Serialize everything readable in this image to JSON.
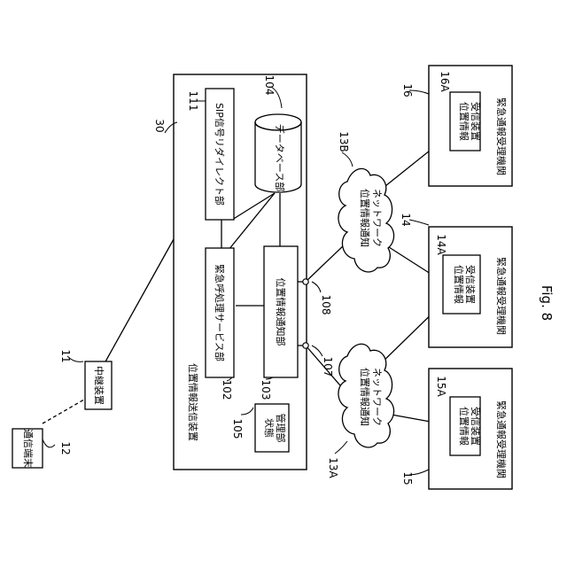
{
  "figure": {
    "label": "Fig. 8"
  },
  "terminal": {
    "ref": "12",
    "name": "通信端末"
  },
  "relay": {
    "ref": "11",
    "name": "中継装置"
  },
  "sender": {
    "ref": "30",
    "title": "位置情報送信装置",
    "sip": {
      "ref": "111",
      "name": "SIP信号リダイレクト部"
    },
    "database": {
      "ref": "104",
      "name": "データベース部"
    },
    "emergency": {
      "ref": "102",
      "name": "緊急呼処理サービス部"
    },
    "notifier": {
      "ref": "103",
      "name": "位置情報通知部"
    },
    "state": {
      "ref": "105",
      "name": "状態管理部"
    }
  },
  "ports": {
    "p107": "107",
    "p108": "108"
  },
  "networks": [
    {
      "ref": "13A",
      "name": "位置情報通知ネットワーク"
    },
    {
      "ref": "13B",
      "name": "位置情報通知ネットワーク"
    }
  ],
  "agencies": [
    {
      "ref": "16",
      "sub_ref": "16A",
      "device": "位置情報受信装置",
      "name": "緊急通報受理機関"
    },
    {
      "ref": "14",
      "sub_ref": "14A",
      "device": "位置情報受信装置",
      "name": "緊急通報受理機関"
    },
    {
      "ref": "15",
      "sub_ref": "15A",
      "device": "位置情報受信装置",
      "name": "緊急通報受理機関"
    }
  ]
}
